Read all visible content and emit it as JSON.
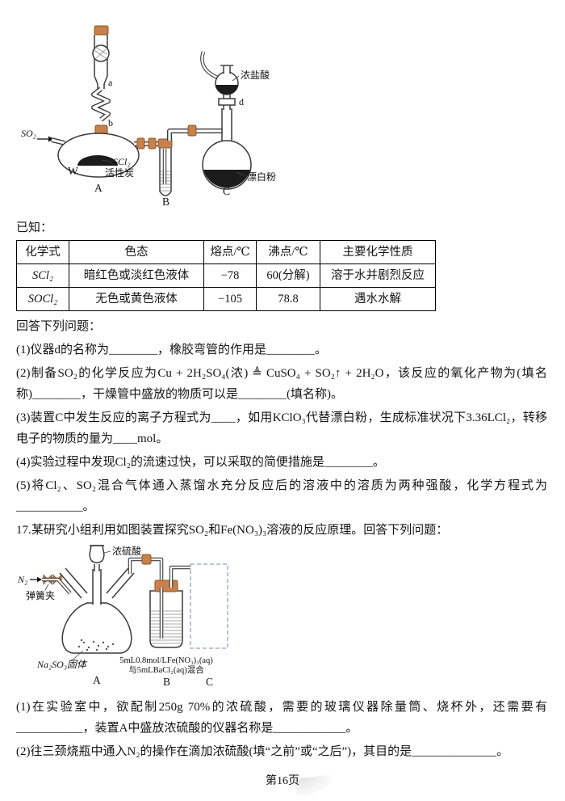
{
  "doc": {
    "known_label": "已知：",
    "answer_intro": "回答下列问题：",
    "footer": "第16页"
  },
  "table": {
    "headers": [
      "化学式",
      "色态",
      "熔点/℃",
      "沸点/℃",
      "主要化学性质"
    ],
    "rows": [
      [
        "SCl₂",
        "暗红色或淡红色液体",
        "−78",
        "60(分解)",
        "溶于水并剧烈反应"
      ],
      [
        "SOCl₂",
        "无色或黄色液体",
        "−105",
        "78.8",
        "遇水水解"
      ]
    ]
  },
  "q16": {
    "q1": "(1)仪器d的名称为________，橡胶弯管的作用是________。",
    "q2": "(2)制备SO₂的化学反应为Cu + 2H₂SO₄(浓) ≜ CuSO₄ + SO₂↑ + 2H₂O，该反应的氧化产物为(填名称)________，干燥管中盛放的物质可以是________(填名称)。",
    "q3": "(3)装置C中发生反应的离子方程式为____，如用KClO₃代替漂白粉，生成标准状况下3.36LCl₂，转移电子的物质的量为____mol。",
    "q4": "(4)实验过程中发现Cl₂的流速过快，可以采取的简便措施是________。",
    "q5": "(5)将Cl₂、SO₂混合气体通入蒸馏水充分反应后的溶液中的溶质为两种强酸，化学方程式为___________。"
  },
  "q17": {
    "intro": "17.某研究小组利用如图装置探究SO₂和Fe(NO₃)₃溶液的反应原理。回答下列问题：",
    "q1": "(1)在实验室中，欲配制250g 70%的浓硫酸，需要的玻璃仪器除量筒、烧杯外，还需要有___________，装置A中盛放浓硫酸的仪器名称是____________。",
    "q2": "(2)往三颈烧瓶中通入N₂的操作在滴加浓硫酸(填“之前”或“之后”)，其目的是______________。"
  },
  "diagram1": {
    "so2": "SO₂",
    "point_a": "a",
    "point_b": "b",
    "w": "W",
    "scl2": "SCl₂",
    "carbon": "活性炭",
    "label_a": "A",
    "label_b": "B",
    "label_c": "C",
    "label_d": "d",
    "hcl": "浓盐酸",
    "bleach": "漂白粉"
  },
  "diagram2": {
    "n2": "N₂",
    "clamp": "弹簧夹",
    "h2so4": "浓硫酸",
    "na2so3": "Na₂SO₃固体",
    "solution1": "5mL0.8mol/LFe(NO₃)₃(aq)",
    "solution2": "与5mLBaCl₂(aq)混合",
    "label_a": "A",
    "label_b": "B",
    "label_c": "C"
  }
}
